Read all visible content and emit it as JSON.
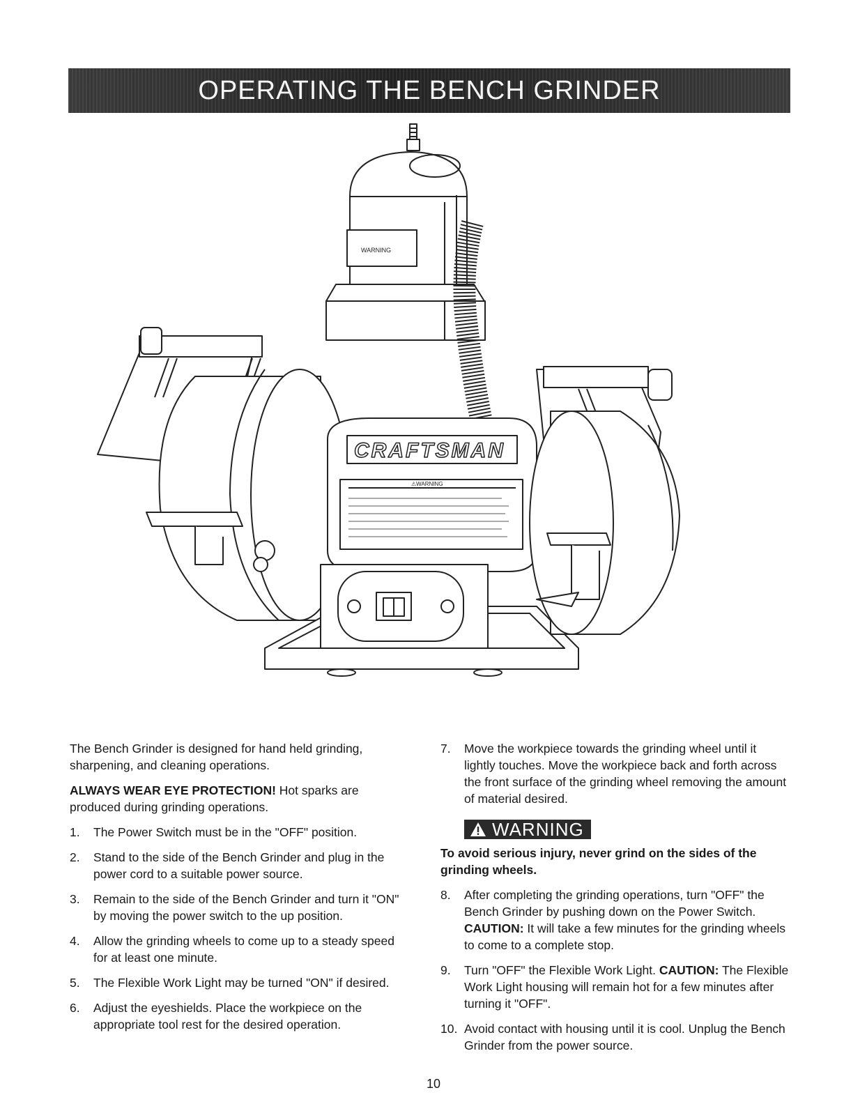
{
  "header": {
    "title": "OPERATING THE BENCH GRINDER"
  },
  "illustration": {
    "lamp_label": "WARNING",
    "brand": "CRAFTSMAN",
    "motor_label_title": "⚠WARNING"
  },
  "left_column": {
    "intro": "The Bench Grinder is designed for hand held grinding, sharpening, and cleaning operations.",
    "eye_bold": "ALWAYS WEAR EYE PROTECTION!",
    "eye_rest": " Hot sparks are produced during grinding operations.",
    "steps": [
      {
        "num": "1.",
        "text": "The Power Switch must be in the \"OFF\" position."
      },
      {
        "num": "2.",
        "text": "Stand to the side of the Bench Grinder and plug in the power cord to a suitable power source."
      },
      {
        "num": "3.",
        "text": "Remain to the side of the Bench Grinder and turn it \"ON\" by moving the power switch to the up position."
      },
      {
        "num": "4.",
        "text": "Allow the grinding wheels to come up to a steady speed for at least one minute."
      },
      {
        "num": "5.",
        "text": "The Flexible Work Light may be turned \"ON\" if desired."
      },
      {
        "num": "6.",
        "text": "Adjust the eyeshields. Place the workpiece on the appropriate tool rest for the desired operation."
      }
    ]
  },
  "right_column": {
    "step7_num": "7.",
    "step7_text": "Move the workpiece towards the grinding wheel until it lightly touches. Move the workpiece back and forth across the front surface of the grinding wheel removing the amount of material desired.",
    "warning_label": "WARNING",
    "warning_text": "To avoid serious injury, never grind on the sides of the grinding wheels.",
    "step8_num": "8.",
    "step8_a": "After completing the grinding operations, turn \"OFF\" the Bench Grinder by pushing down on the Power Switch. ",
    "step8_caution": "CAUTION:",
    "step8_b": " It will take a few minutes for the grinding wheels to come to a complete stop.",
    "step9_num": "9.",
    "step9_a": "Turn \"OFF\" the Flexible Work Light. ",
    "step9_caution": "CAUTION:",
    "step9_b": " The Flexible Work Light housing will remain hot for a few minutes after turning it \"OFF\".",
    "step10_num": "10.",
    "step10_text": "Avoid contact with housing until it is cool. Unplug the Bench Grinder from the power source."
  },
  "footer": {
    "page_number": "10"
  }
}
